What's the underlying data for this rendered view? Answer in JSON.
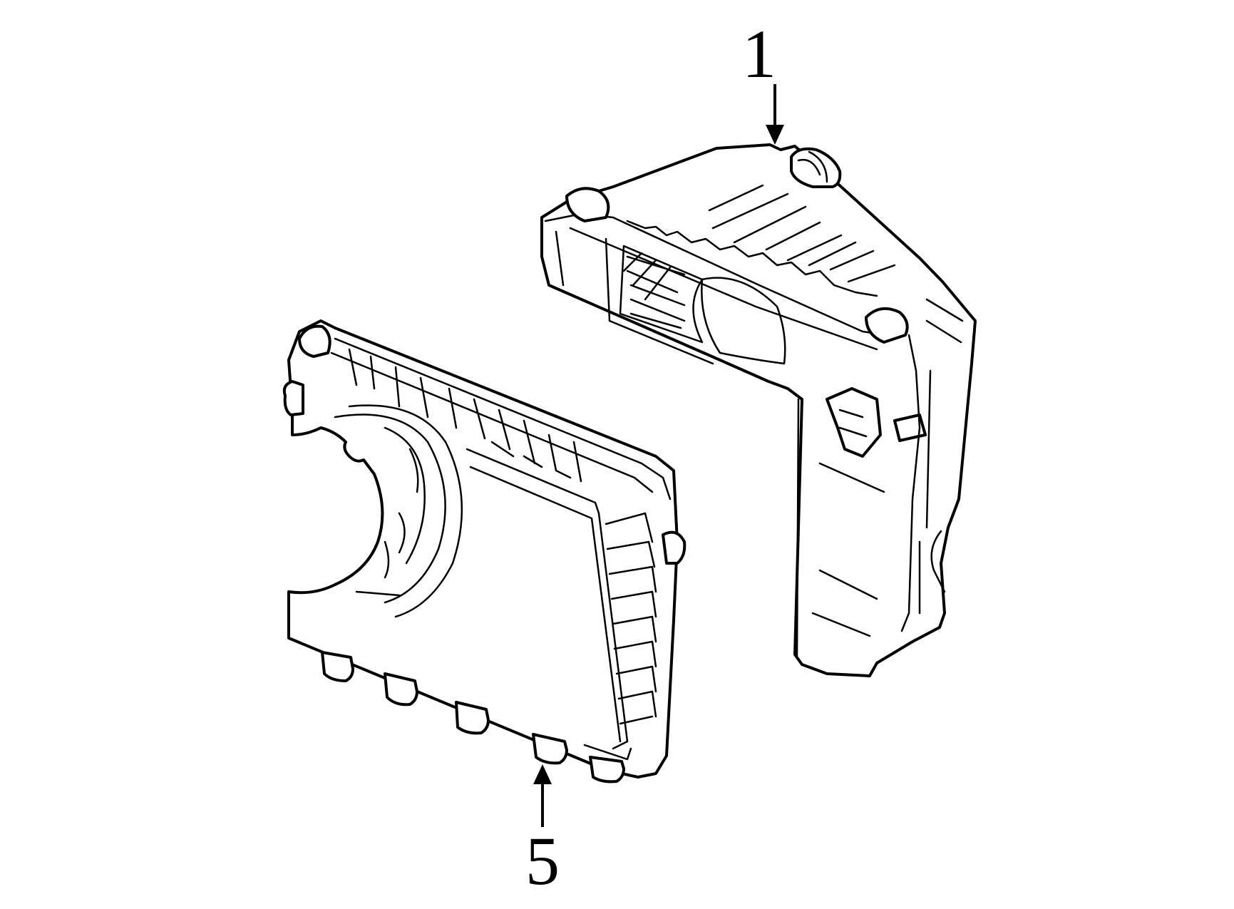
{
  "diagram": {
    "callouts": [
      {
        "id": "callout-1",
        "label": "1"
      },
      {
        "id": "callout-5",
        "label": "5"
      }
    ],
    "colors": {
      "line": "#000000",
      "background": "#ffffff"
    }
  }
}
